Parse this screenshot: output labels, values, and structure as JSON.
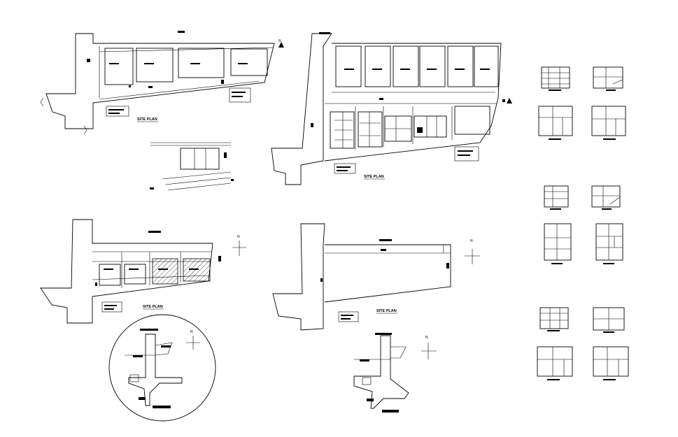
{
  "sheet": {
    "site_plan_labels": [
      "SITE PLAN",
      "SITE PLAN",
      "SITE PLAN",
      "SITE PLAN"
    ],
    "north_label": "N",
    "line_color": "#000000",
    "background": "#ffffff"
  }
}
